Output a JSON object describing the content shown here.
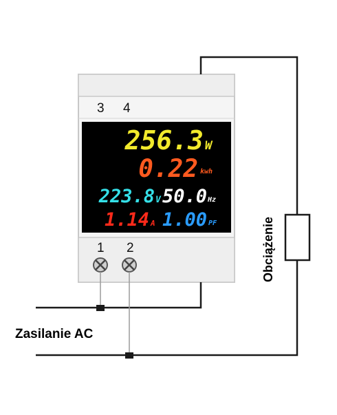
{
  "terminals": {
    "t3": "3",
    "t4": "4",
    "t1": "1",
    "t2": "2"
  },
  "display": {
    "power_value": "256.3",
    "power_unit": "W",
    "energy_value": "0.22",
    "energy_unit": "kwh",
    "voltage_value": "223.8",
    "voltage_unit": "V",
    "frequency_value": "50.0",
    "frequency_unit": "Hz",
    "current_value": "1.14",
    "current_unit": "A",
    "pf_value": "1.00",
    "pf_unit": "PF"
  },
  "labels": {
    "supply": "Zasilanie AC",
    "load": "Obciążenie"
  },
  "colors": {
    "power": "#f2ea2c",
    "energy": "#ff5a1f",
    "voltage": "#35e0e8",
    "frequency": "#ffffff",
    "current": "#ff2a1a",
    "pf": "#2a9cff",
    "screen": "#000000",
    "housing": "#f4f4f4",
    "wire": "#1a1a1a"
  }
}
